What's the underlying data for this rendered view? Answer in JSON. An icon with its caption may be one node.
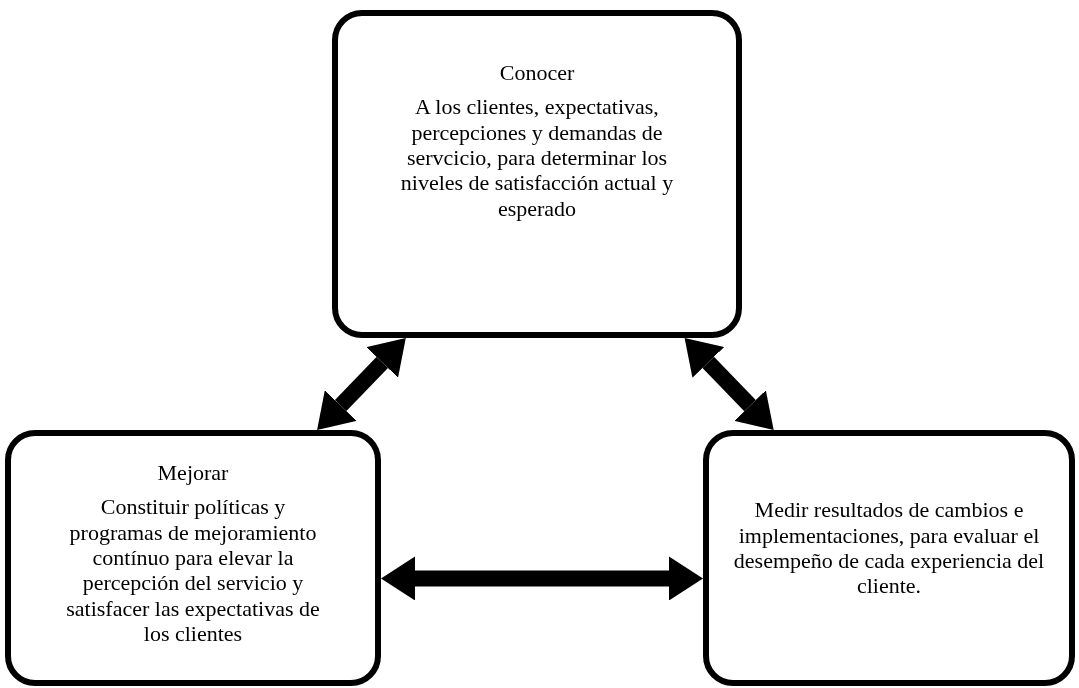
{
  "diagram": {
    "nodes": [
      {
        "text": [
          "Conocer",
          "A los clientes, expectativas, percepciones y demandas de servcicio, para determinar los niveles de satisfacción actual y esperado"
        ]
      },
      {
        "text": [
          "Mejorar",
          "Constituir políticas y programas de mejoramiento contínuo para elevar la percepción del servicio y satisfacer las expectativas de los clientes"
        ]
      },
      {
        "text": [
          "Medir resultados de cambios e implementaciones, para evaluar el desempeño de cada experiencia del cliente."
        ]
      }
    ],
    "edges": [
      {
        "from": 1,
        "to": 0,
        "arrow": "both"
      },
      {
        "from": 0,
        "to": 2,
        "arrow": "both"
      },
      {
        "from": 1,
        "to": 2,
        "arrow": "both"
      }
    ]
  }
}
